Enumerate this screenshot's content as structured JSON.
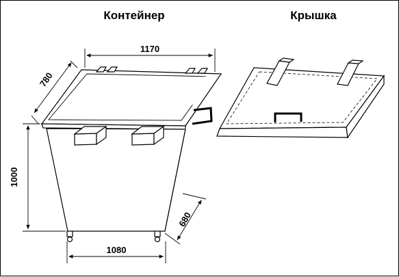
{
  "titles": {
    "container": "Контейнер",
    "lid": "Крышка"
  },
  "dimensions": {
    "width_top": "1170",
    "depth_top": "780",
    "height": "1000",
    "width_bottom": "1080",
    "depth_bottom": "680"
  }
}
